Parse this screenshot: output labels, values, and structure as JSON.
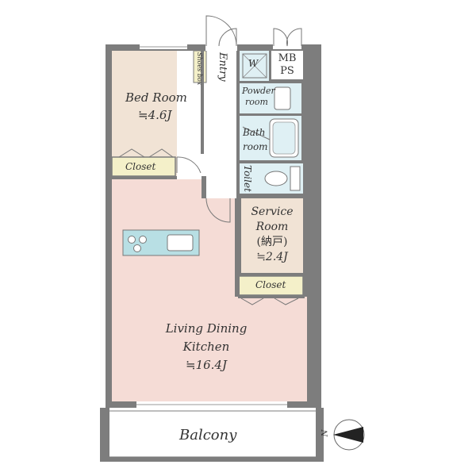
{
  "rooms": {
    "bedroom": {
      "name": "Bed Room",
      "size": "≒4.6J"
    },
    "closet_bed": {
      "name": "Closet"
    },
    "entry": {
      "name": "Entry"
    },
    "shoes_box": {
      "name": "Shoes box"
    },
    "washer": {
      "name": "W"
    },
    "mbps": {
      "line1": "MB",
      "line2": "PS"
    },
    "powder": {
      "line1": "Powder",
      "line2": "room"
    },
    "bath": {
      "line1": "Bath",
      "line2": "room"
    },
    "toilet": {
      "name": "Toilet"
    },
    "service": {
      "line1": "Service",
      "line2": "Room",
      "line3": "(納戸)",
      "size": "≒2.4J"
    },
    "closet_service": {
      "name": "Closet"
    },
    "ldk": {
      "line1": "Living Dining",
      "line2": "Kitchen",
      "size": "≒16.4J"
    },
    "balcony": {
      "name": "Balcony"
    }
  },
  "compass": {
    "label": "N",
    "icon": "north-arrow-icon"
  },
  "colors": {
    "wall": "#7d7d7d",
    "bedroom_floor": "#f1e3d5",
    "ldk_floor": "#f5dcd6",
    "wet_floor": "#dff0f4",
    "closet_floor": "#f4f0c9",
    "kitchen_counter": "#b8dfe4",
    "white": "#ffffff"
  }
}
